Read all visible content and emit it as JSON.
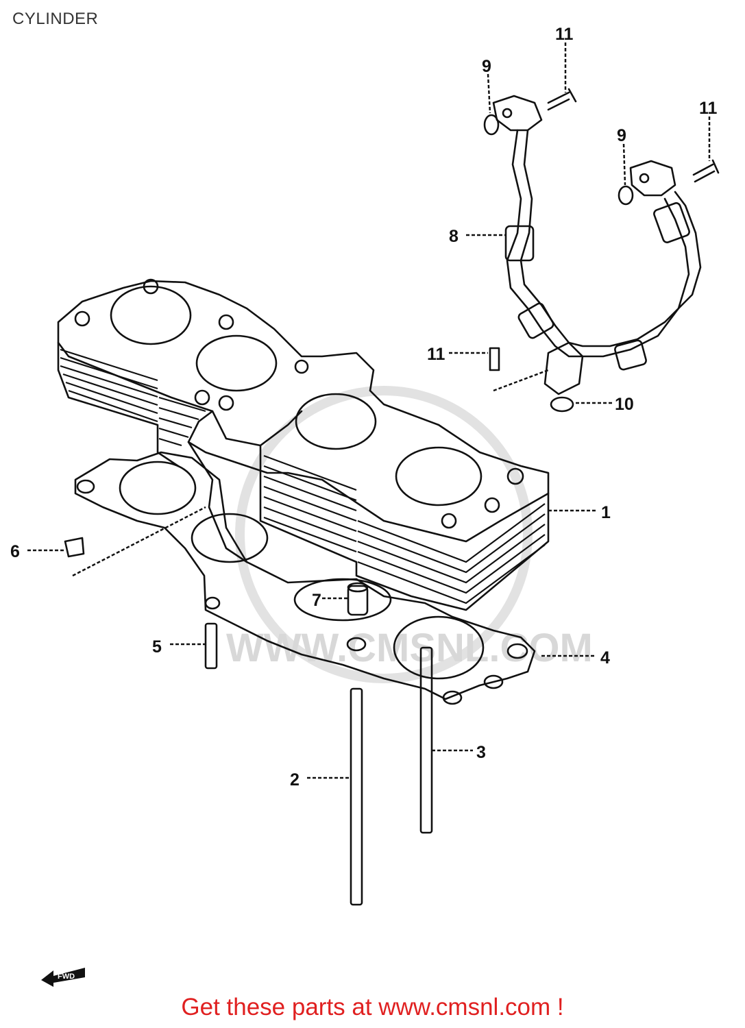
{
  "page": {
    "title": "CYLINDER",
    "footer_link": "Get these parts at www.cmsnl.com !"
  },
  "watermark": {
    "text": "WWW.CMSNL.COM",
    "color": "#d8d8d8"
  },
  "direction_marker": {
    "label": "FWD",
    "icon": "forward-arrow-icon"
  },
  "callouts": [
    {
      "id": "1",
      "label": "1"
    },
    {
      "id": "2",
      "label": "2"
    },
    {
      "id": "3",
      "label": "3"
    },
    {
      "id": "4",
      "label": "4"
    },
    {
      "id": "5",
      "label": "5"
    },
    {
      "id": "6",
      "label": "6"
    },
    {
      "id": "7",
      "label": "7"
    },
    {
      "id": "8",
      "label": "8"
    },
    {
      "id": "9a",
      "label": "9"
    },
    {
      "id": "9b",
      "label": "9"
    },
    {
      "id": "10",
      "label": "10"
    },
    {
      "id": "11a",
      "label": "11"
    },
    {
      "id": "11b",
      "label": "11"
    },
    {
      "id": "11c",
      "label": "11"
    }
  ],
  "colors": {
    "line": "#111111",
    "footer": "#e02020",
    "title": "#333333"
  }
}
